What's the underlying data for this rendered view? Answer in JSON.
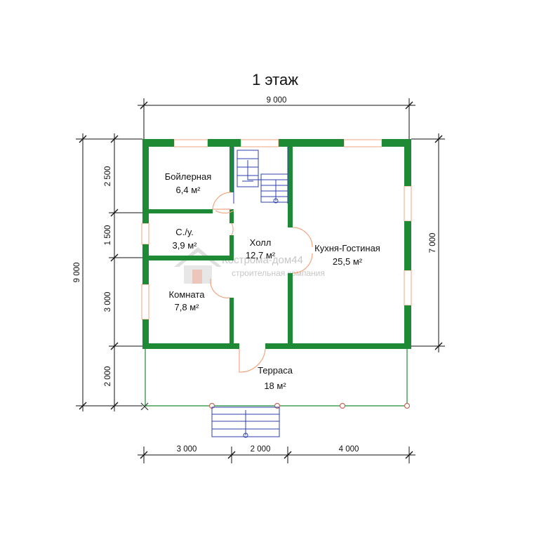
{
  "title": "1 этаж",
  "dimensions": {
    "top_total": "9 000",
    "left_total": "9 000",
    "left_segments": [
      "2 500",
      "1 500",
      "3 000",
      "2 000"
    ],
    "right_total": "7 000",
    "bottom_segments": [
      "3 000",
      "2 000",
      "4 000"
    ]
  },
  "rooms": [
    {
      "name": "Бойлерная",
      "area": "6,4 м²"
    },
    {
      "name": "С./у.",
      "area": "3,9 м²"
    },
    {
      "name": "Комната",
      "area": "7,8 м²"
    },
    {
      "name": "Холл",
      "area": "12,7 м²"
    },
    {
      "name": "Кухня-Гостиная",
      "area": "25,5 м²"
    },
    {
      "name": "Терраса",
      "area": "18 м²"
    }
  ],
  "watermark": {
    "brand": "Кострома-дом44",
    "subtitle": "строительная компания"
  },
  "colors": {
    "wall": "#1f8a35",
    "window": "#f2a782",
    "stair": "#2c3fae"
  }
}
